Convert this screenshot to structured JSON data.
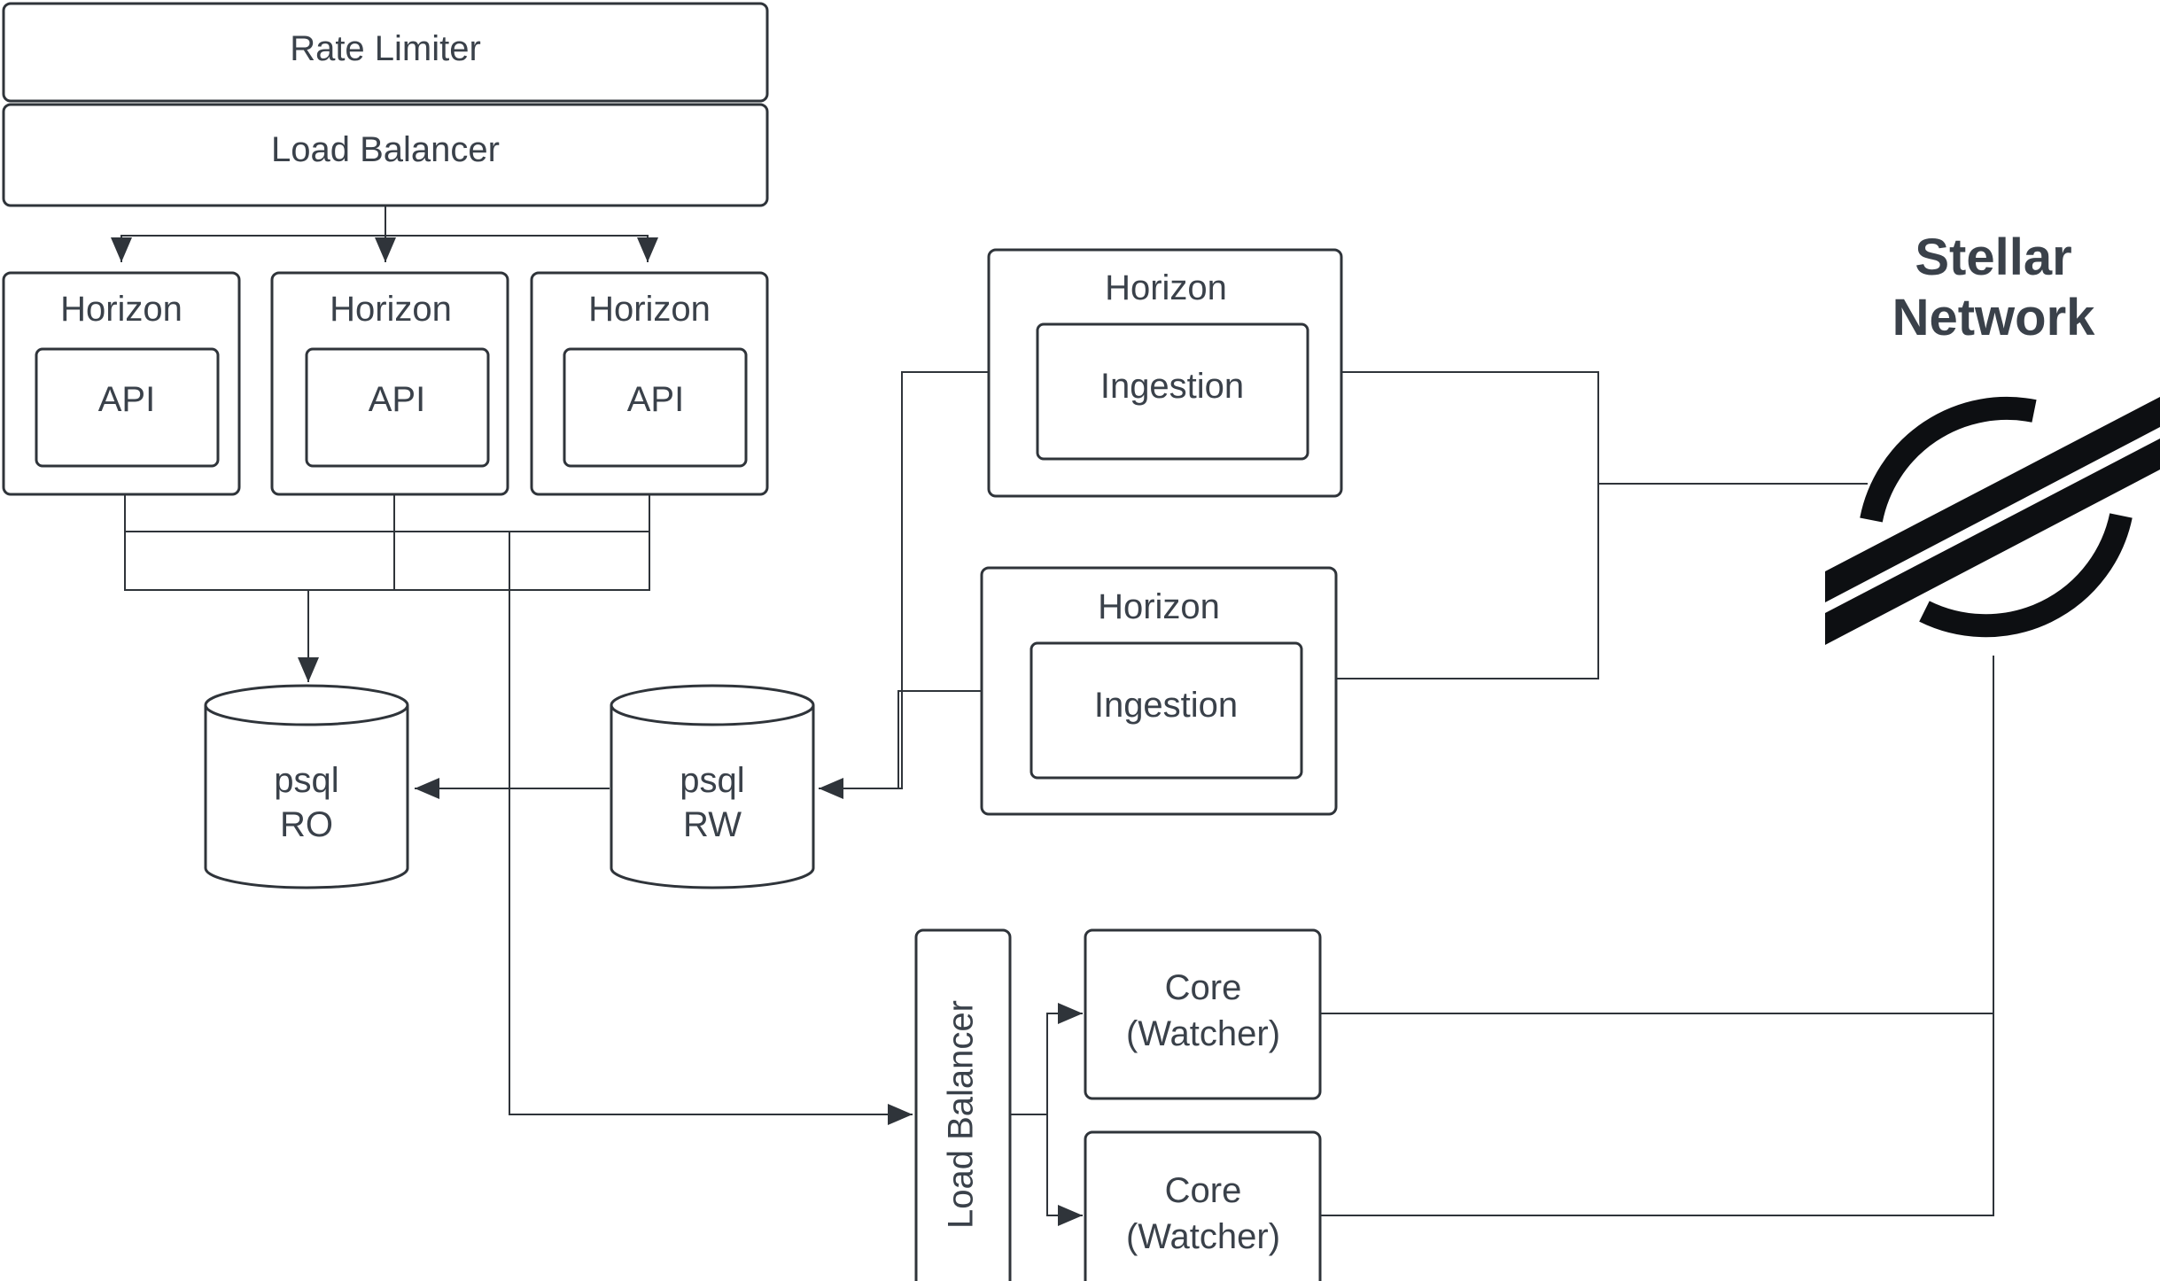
{
  "colors": {
    "stroke": "#2f343a",
    "text": "#3a414a",
    "background": "#ffffff",
    "logo": "#0d0f12"
  },
  "brand": {
    "line1": "Stellar",
    "line2": "Network",
    "logo_icon": "stellar-logo-icon"
  },
  "rate_limiter": {
    "label": "Rate Limiter"
  },
  "load_balancer_top": {
    "label": "Load Balancer"
  },
  "api_nodes": [
    {
      "title": "Horizon",
      "inner": "API"
    },
    {
      "title": "Horizon",
      "inner": "API"
    },
    {
      "title": "Horizon",
      "inner": "API"
    }
  ],
  "ingestion_nodes": [
    {
      "title": "Horizon",
      "inner": "Ingestion"
    },
    {
      "title": "Horizon",
      "inner": "Ingestion"
    }
  ],
  "psql_ro": {
    "line1": "psql",
    "line2": "RO"
  },
  "psql_rw": {
    "line1": "psql",
    "line2": "RW"
  },
  "load_balancer_core": {
    "label": "Load Balancer"
  },
  "core_nodes": [
    {
      "line1": "Core",
      "line2": "(Watcher)"
    },
    {
      "line1": "Core",
      "line2": "(Watcher)"
    }
  ]
}
